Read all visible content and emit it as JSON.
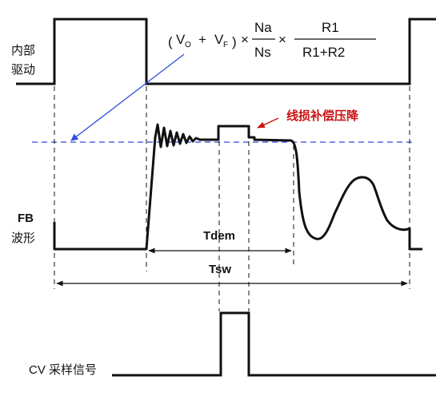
{
  "labels": {
    "internal_drive": [
      "内部",
      "驱动"
    ],
    "fb_waveform": [
      "FB",
      "波形"
    ],
    "cv_sample": "CV 采样信号",
    "tdem": "Tdem",
    "tsw": "Tsw",
    "line_loss": "线损补偿压降"
  },
  "formula": {
    "open_paren": "(",
    "vo": "V",
    "vo_sub": "O",
    "plus": "+",
    "vf": "V",
    "vf_sub": "F",
    "close_paren": ")",
    "times1": "×",
    "ratio_num": "Na",
    "ratio_den": "Ns",
    "times2": "×",
    "div_num": "R1",
    "div_den": "R1+R2"
  },
  "colors": {
    "waveform": "#111111",
    "dashed_reference": "#3344dd",
    "arrow": "#2f4fd8",
    "annotation": "#cc1111"
  }
}
